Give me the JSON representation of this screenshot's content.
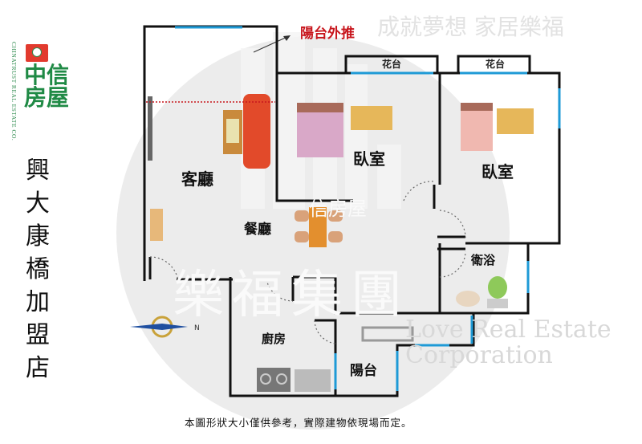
{
  "logo": {
    "brand_name": "中信房屋",
    "brand_english": "CHINATRUST REAL ESTATE CO."
  },
  "store_name": "興大康橋加盟店",
  "annotation": "陽台外推",
  "rooms": {
    "living_room": "客廳",
    "bedroom_1": "臥室",
    "bedroom_2": "臥室",
    "dining_room": "餐廳",
    "bathroom": "衛浴",
    "kitchen": "廚房",
    "balcony": "陽台",
    "planter_1": "花台",
    "planter_2": "花台"
  },
  "compass_label": "N",
  "watermark": {
    "title": "樂福集團",
    "english": "Love Real Estate Corporation",
    "slogan": "成就夢想 家居樂福",
    "center_logo_text": "信房屋"
  },
  "disclaimer": "本圖形狀大小僅供參考，實際建物依現場而定。",
  "colors": {
    "wall": "#111111",
    "window": "#1e9ad6",
    "annotation": "#c8161d",
    "brand_green": "#1f8a45",
    "brand_red": "#e23a2e"
  }
}
